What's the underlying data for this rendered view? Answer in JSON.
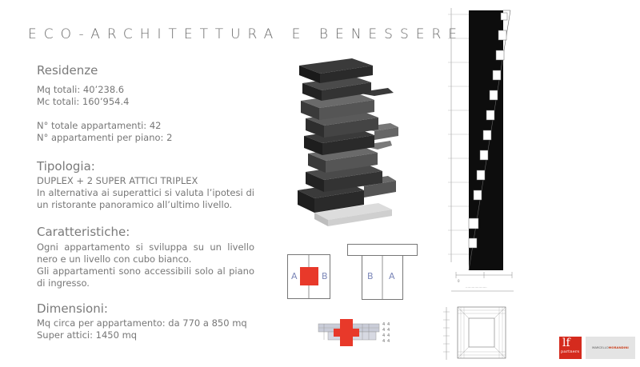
{
  "header": {
    "title": "ECO-ARCHITETTURA E BENESSERE"
  },
  "residenze": {
    "heading": "Residenze",
    "mq": "Mq totali: 40’238.6",
    "mc": "Mc totali: 160’954.4",
    "appartamenti": "N° totale appartamenti: 42",
    "per_piano": "N° appartamenti per piano: 2"
  },
  "tipologia": {
    "heading": "Tipologia:",
    "line1": "DUPLEX + 2 SUPER ATTICI TRIPLEX",
    "line2": "In alternativa ai superattici si valuta l’ipotesi di un ristorante panoramico all’ultimo livello."
  },
  "caratteristiche": {
    "heading": "Caratteristiche:",
    "line1": "Ogni appartamento si sviluppa su un livello nero e un livello con cubo bianco.",
    "line2": "Gli appartamenti sono accessibili solo al piano di ingresso."
  },
  "dimensioni": {
    "heading": "Dimensioni:",
    "line1": "Mq circa per appartamento: da 770 a 850 mq",
    "line2": "Super attici: 1450 mq"
  },
  "plans": {
    "plan1": {
      "left": "A",
      "right": "B",
      "fill_color": "#e8392a"
    },
    "plan2": {
      "left": "B",
      "right": "A"
    }
  },
  "logos": {
    "lf_mark": "lf",
    "lf_sub": "partners",
    "mm_prefix": "MARCELLO",
    "mm_name": "MORANDINI"
  }
}
